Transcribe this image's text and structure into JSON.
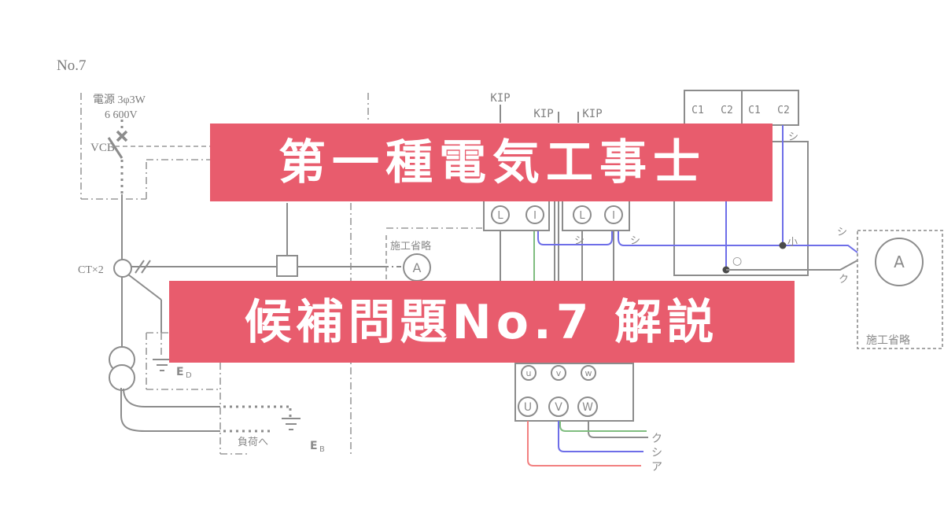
{
  "note": "No.7",
  "banner_primary": {
    "text": "第一種電気工事士",
    "bg": "#e85c6d"
  },
  "banner_secondary": {
    "text": "候補問題No.7 解説",
    "bg": "#e85c6d"
  },
  "source": {
    "line1": "電源 3φ3W",
    "line2": "6 600V",
    "vcb": "VCB",
    "ct": "CT×2"
  },
  "kip": {
    "k1": "KIP",
    "k2": "KIP",
    "k3": "KIP"
  },
  "ct_block": {
    "c1a": "C1",
    "c2a": "C2",
    "c1b": "C1",
    "c2b": "C2"
  },
  "terminal_boxes": {
    "box1_l": "L",
    "box1_i": "I",
    "box2_l": "L",
    "box2_i": "I"
  },
  "transformer_terminals": {
    "u": "u",
    "v": "v",
    "w": "w",
    "U": "U",
    "V": "V",
    "W": "W"
  },
  "meters": {
    "middle": {
      "label": "A",
      "caption": "施工省略"
    },
    "right": {
      "label": "A",
      "caption": "施工省略"
    }
  },
  "grounds": {
    "d": {
      "main": "E",
      "sub": "D"
    },
    "b": {
      "main": "E",
      "sub": "B"
    }
  },
  "wire_tags": {
    "shi_c2": "シ",
    "shi_box1": "シ",
    "shi_box2": "シ",
    "small": "小",
    "circle": "○",
    "shi_meter": "シ",
    "ku_meter": "ク",
    "ku_out": "ク",
    "shi_out": "シ",
    "a_out": "ア"
  },
  "load": {
    "label": "負荷へ"
  },
  "colors": {
    "banner": "#e85c6d",
    "wire_gray": "#8c8c8c",
    "wire_blue": "#6e6ee8",
    "wire_green": "#7fbd7f",
    "wire_red": "#f28080",
    "label_gray": "#8a8a8a"
  }
}
